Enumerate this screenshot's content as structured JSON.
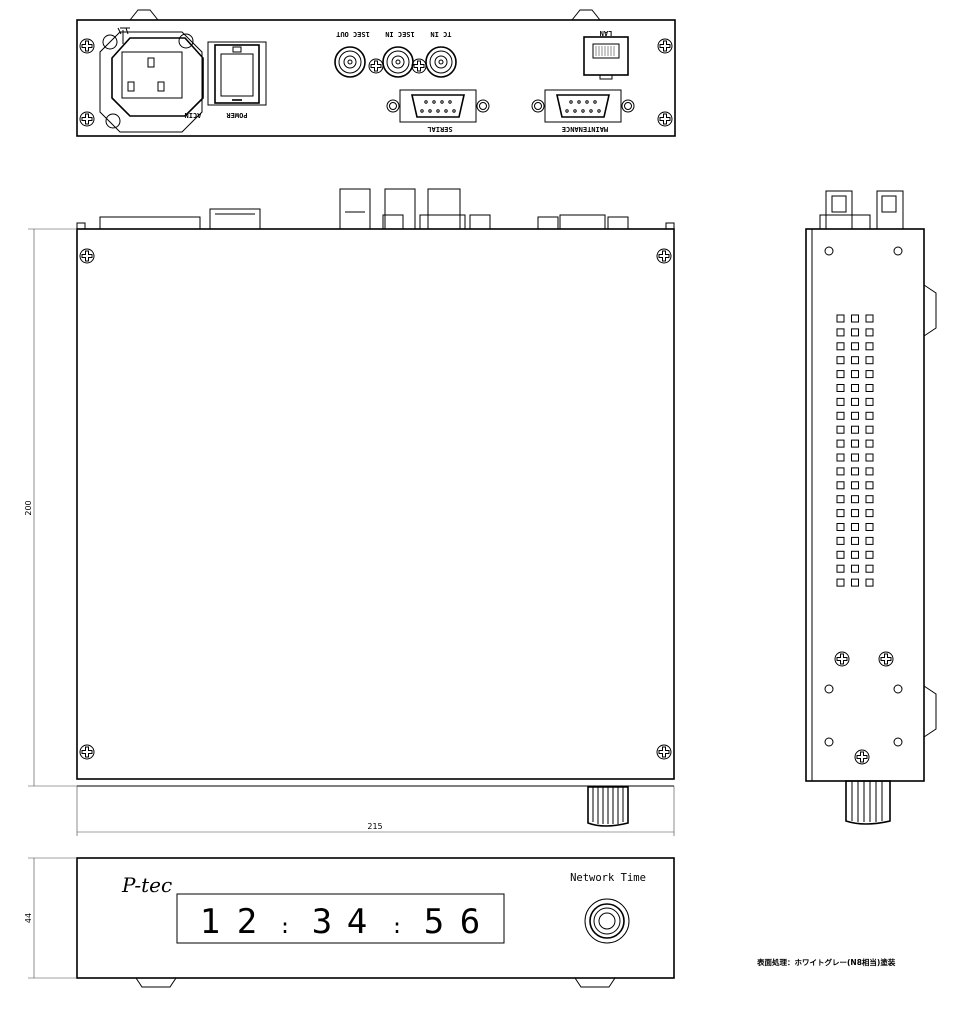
{
  "rear_panel": {
    "labels": {
      "acin": "ACIN",
      "power": "POWER",
      "sec_out": "1SEC OUT",
      "sec_in": "1SEC IN",
      "tc_in": "TC IN",
      "lan": "LAN",
      "serial": "SERIAL",
      "maintenance": "MAINTENANCE"
    }
  },
  "dimensions": {
    "depth": "200",
    "width": "215",
    "height": "44"
  },
  "front_panel": {
    "logo": "P-tec",
    "product_name": "Network Time",
    "display_time": [
      "1",
      "2",
      ":",
      "3",
      "4",
      ":",
      "5",
      "6"
    ]
  },
  "note": "表面処理：ホワイトグレー(N8相当)塗装",
  "colors": {
    "line": "#000000",
    "background": "#ffffff"
  }
}
